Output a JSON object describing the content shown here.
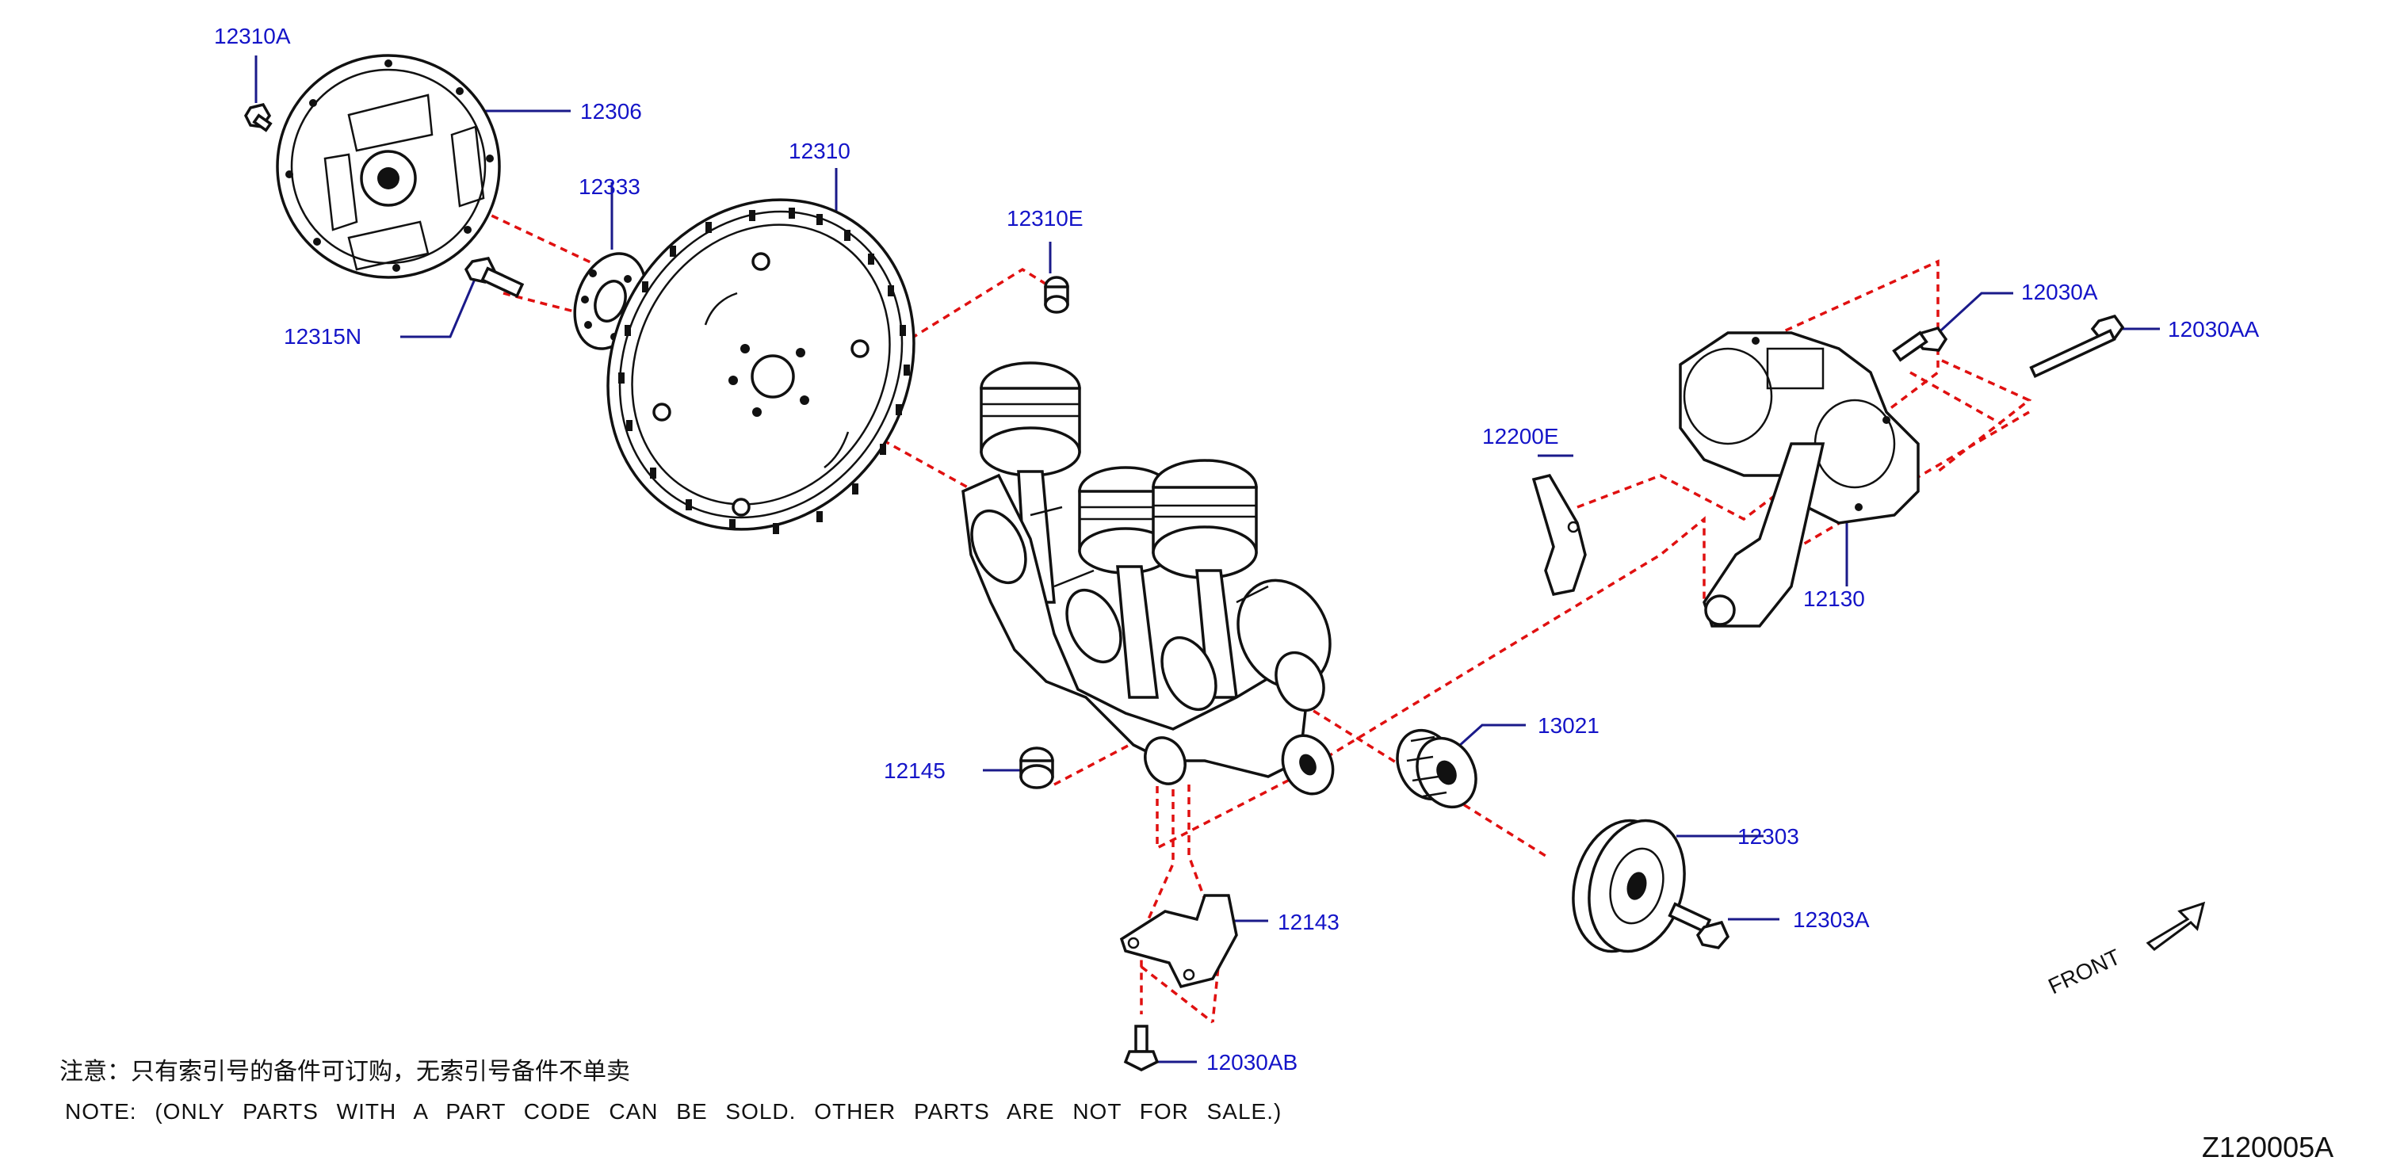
{
  "parts": {
    "p12310A": "12310A",
    "p12306": "12306",
    "p12333": "12333",
    "p12315N": "12315N",
    "p12310": "12310",
    "p12310E": "12310E",
    "p12200E": "12200E",
    "p12030A": "12030A",
    "p12030AA": "12030AA",
    "p12130": "12130",
    "p13021": "13021",
    "p12145": "12145",
    "p12303": "12303",
    "p12303A": "12303A",
    "p12143": "12143",
    "p12030AB": "12030AB"
  },
  "notes": {
    "chinese": "注意：只有索引号的备件可订购，无索引号备件不单卖",
    "english": "NOTE:  (ONLY PARTS WITH A PART CODE CAN BE SOLD. OTHER PARTS ARE NOT FOR SALE.)"
  },
  "front_label": "FRONT",
  "diagram_code": "Z120005A",
  "colors": {
    "label_blue": "#1414c8",
    "dashed_red": "#e01010",
    "leader_navy": "#1a1a8a",
    "line_black": "#111111"
  }
}
